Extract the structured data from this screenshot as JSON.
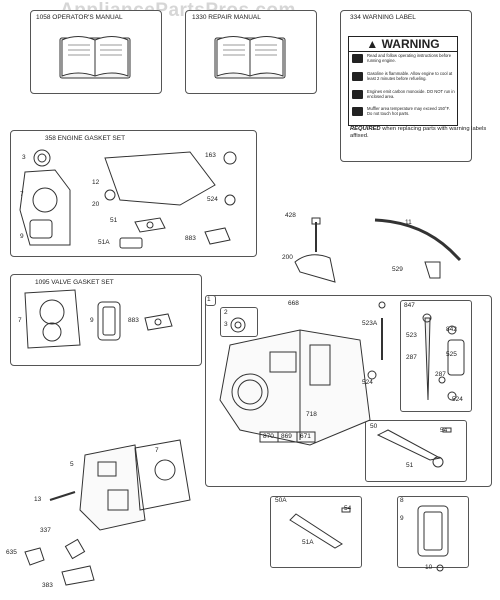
{
  "watermark": "AppliancePartsPros.com",
  "boxes": {
    "operators_manual": "1058 OPERATOR'S MANUAL",
    "repair_manual": "1330 REPAIR MANUAL",
    "warning_label_title": "334 WARNING LABEL",
    "engine_gasket_set": "358 ENGINE GASKET SET",
    "valve_gasket_set": "1095 VALVE GASKET SET"
  },
  "warning_label": {
    "heading": "WARNING",
    "lines": [
      "Read and follow operating instructions before running engine.",
      "Gasoline is flammable. Allow engine to cool at least 2 minutes before refueling.",
      "Engines emit carbon monoxide. DO NOT run in enclosed area.",
      "Muffler area temperature may exceed 150°F. Do not touch hot parts."
    ],
    "required_bold": "REQUIRED",
    "required_text": " when replacing parts with warning labels affixed."
  },
  "engine_gasket_parts": {
    "p3": "3",
    "p163": "163",
    "p7": "7",
    "p12": "12",
    "p20": "20",
    "p524": "524",
    "p51": "51",
    "p9": "9",
    "p51a": "51A",
    "p883": "883"
  },
  "misc_parts": {
    "p428": "428",
    "p11": "11",
    "p200": "200",
    "p529": "529"
  },
  "valve_gasket_parts": {
    "p7": "7",
    "p9": "9",
    "p883": "883"
  },
  "block_parts": {
    "p1": "1",
    "p668": "668",
    "p2": "2",
    "p3": "3",
    "p523a": "523A",
    "p524": "524",
    "p718": "718",
    "p870": "870",
    "p869": "869",
    "p671": "671"
  },
  "dipstick_parts": {
    "p847": "847",
    "p523": "523",
    "p842": "842",
    "p525": "525",
    "p287a": "287",
    "p287b": "287",
    "p524": "524"
  },
  "breather_parts": {
    "p50": "50",
    "p54": "54",
    "p51": "51"
  },
  "head_parts": {
    "p7": "7",
    "p5": "5",
    "p13": "13",
    "p337": "337",
    "p635": "635",
    "p383": "383"
  },
  "tube_parts": {
    "p50a": "50A",
    "p54": "54",
    "p51a": "51A"
  },
  "cover_parts": {
    "p8": "8",
    "p9": "9",
    "p10": "10"
  }
}
